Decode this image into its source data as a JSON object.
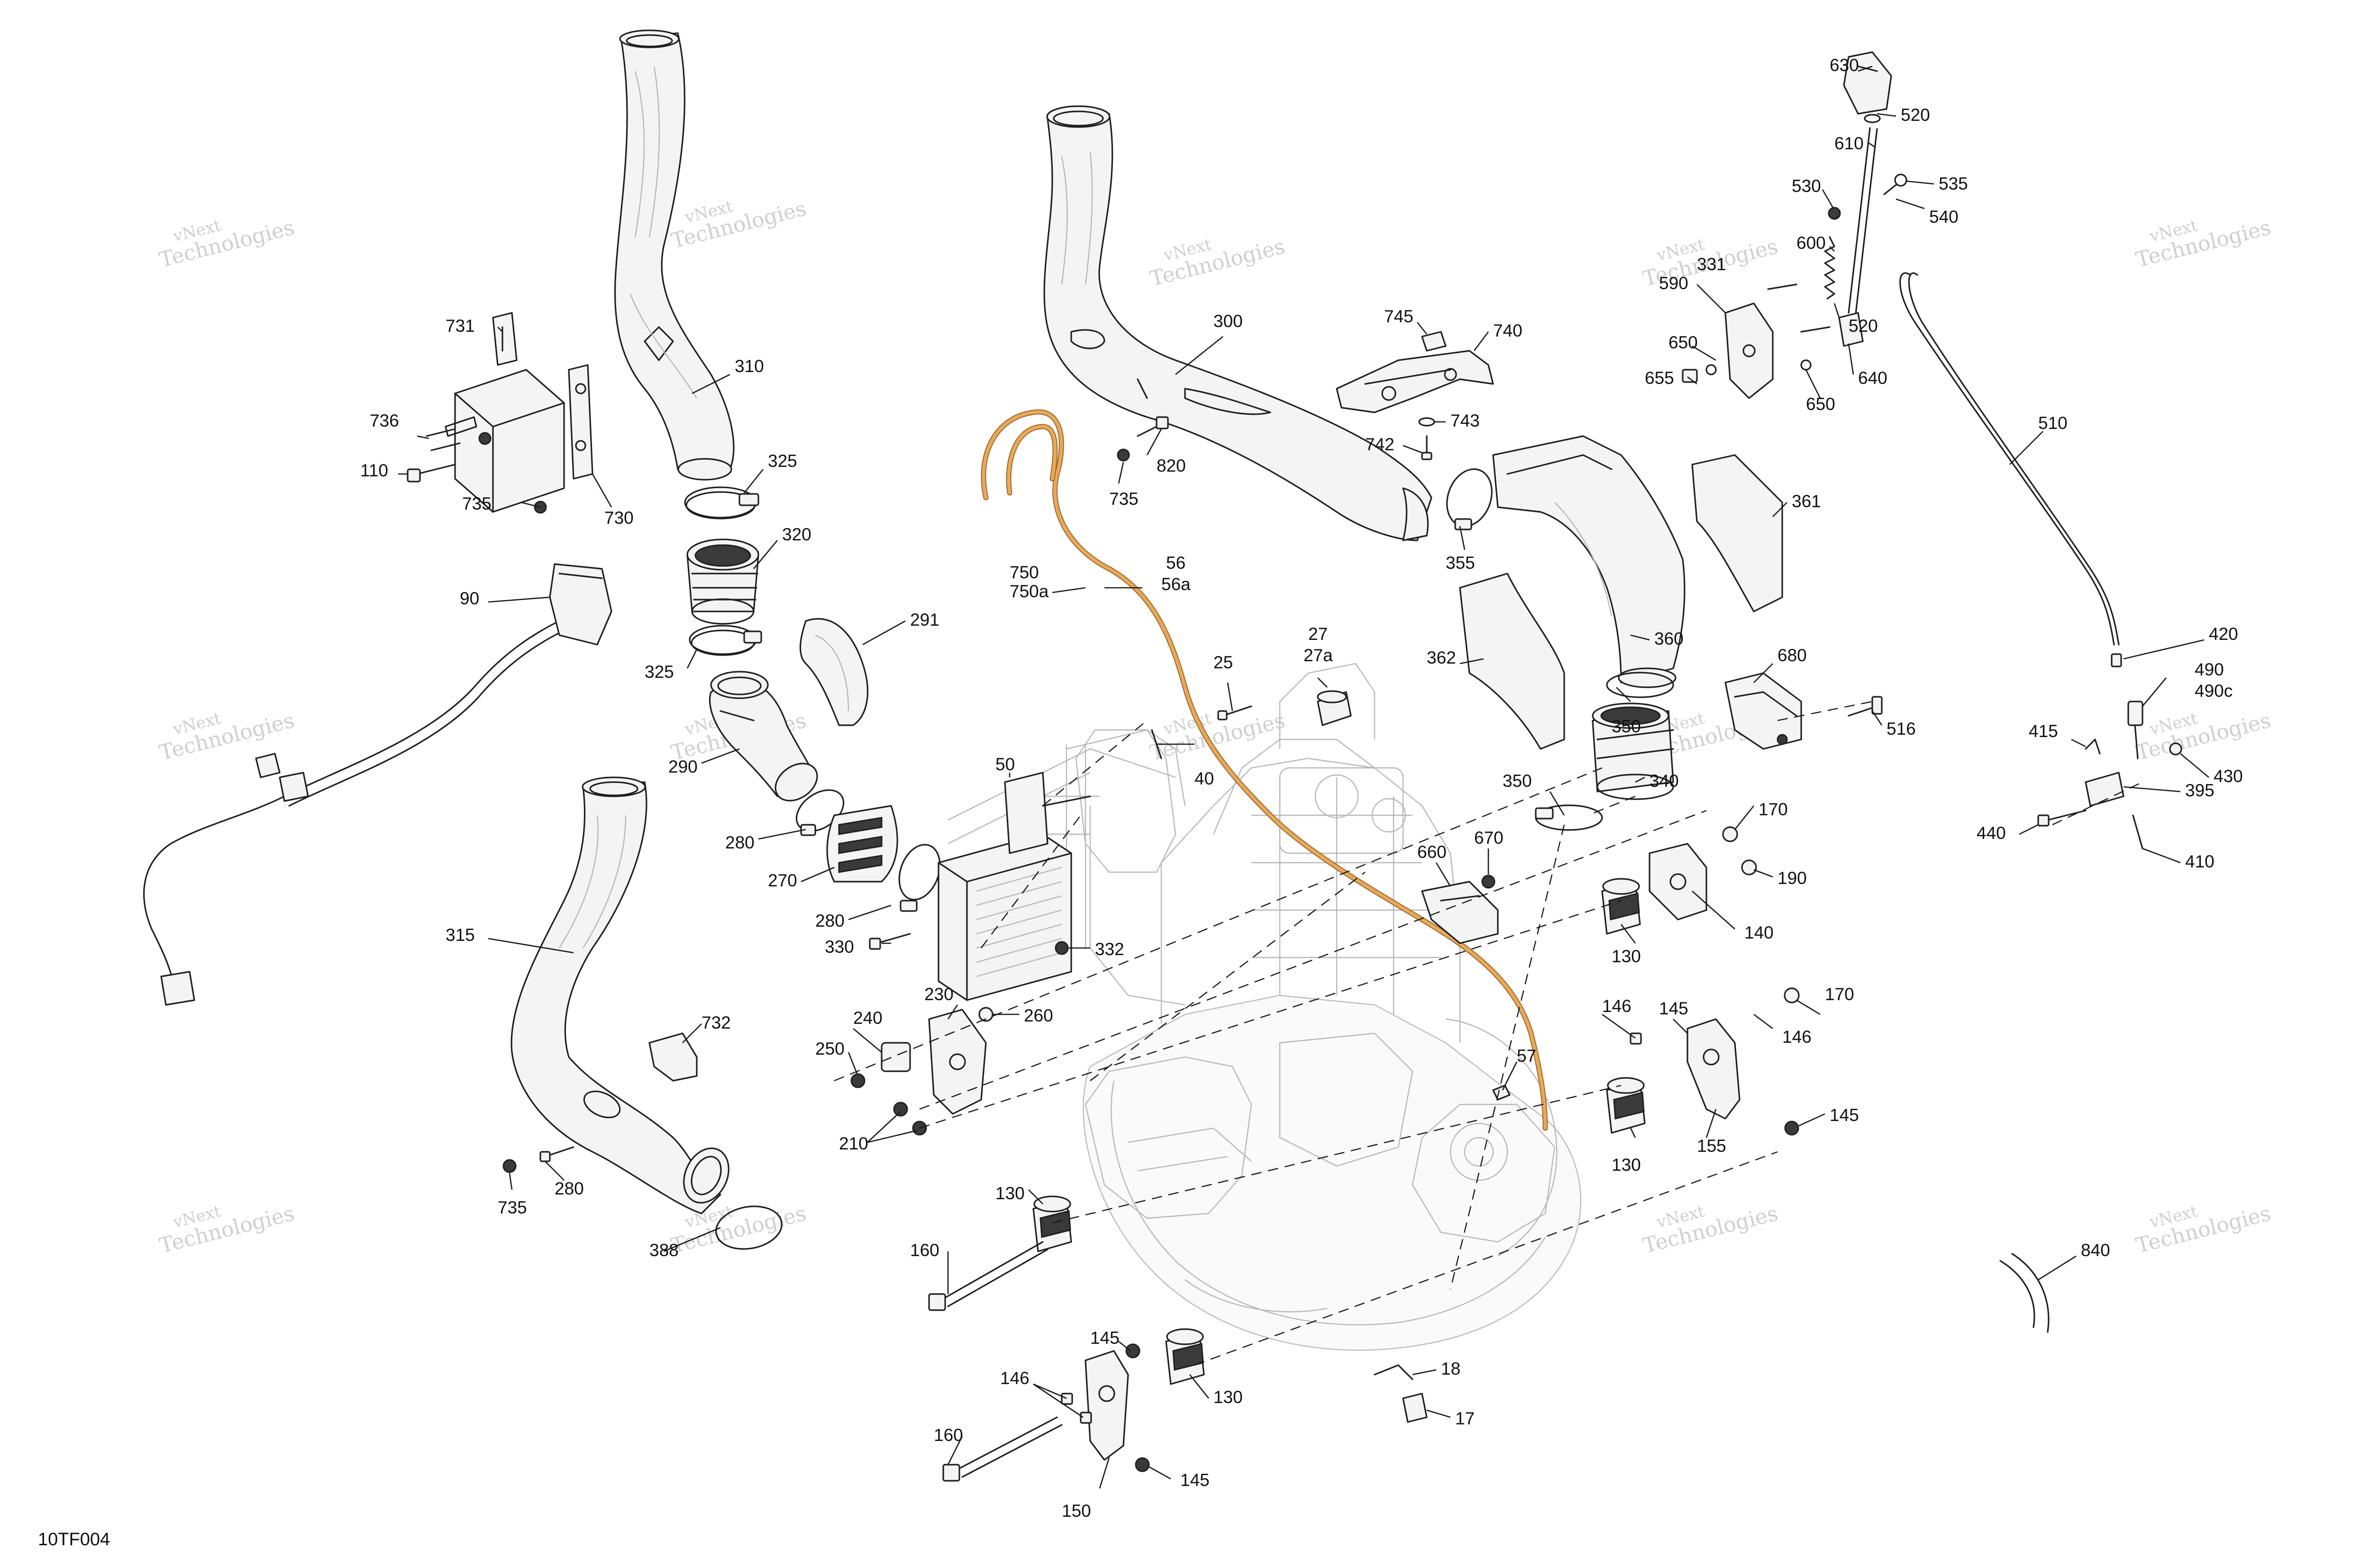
{
  "diagram": {
    "drawing_code": "10TF004",
    "watermark": {
      "line1": "vNext",
      "line2": "Technologies"
    },
    "colors": {
      "hose": "#e9a95a",
      "line": "#1f1f1f",
      "watermark": "#cfcfcf"
    },
    "callouts": [
      "630",
      "520",
      "610",
      "535",
      "530",
      "540",
      "600",
      "331",
      "590",
      "520",
      "745",
      "740",
      "650",
      "655",
      "640",
      "650",
      "300",
      "731",
      "310",
      "736",
      "110",
      "735",
      "730",
      "325",
      "743",
      "742",
      "820",
      "735",
      "510",
      "320",
      "361",
      "355",
      "90",
      "750",
      "750a",
      "56",
      "56a",
      "291",
      "325",
      "360",
      "27",
      "27a",
      "362",
      "680",
      "25",
      "516",
      "290",
      "40",
      "350",
      "50",
      "350",
      "340",
      "420",
      "490",
      "490c",
      "415",
      "430",
      "395",
      "440",
      "410",
      "280",
      "170",
      "190",
      "270",
      "660",
      "670",
      "280",
      "330",
      "332",
      "315",
      "230",
      "130",
      "140",
      "240",
      "260",
      "250",
      "732",
      "146",
      "145",
      "146",
      "170",
      "57",
      "210",
      "145",
      "130",
      "155",
      "735",
      "280",
      "130",
      "388",
      "840",
      "160",
      "145",
      "146",
      "130",
      "18",
      "17",
      "160",
      "145",
      "150"
    ]
  }
}
